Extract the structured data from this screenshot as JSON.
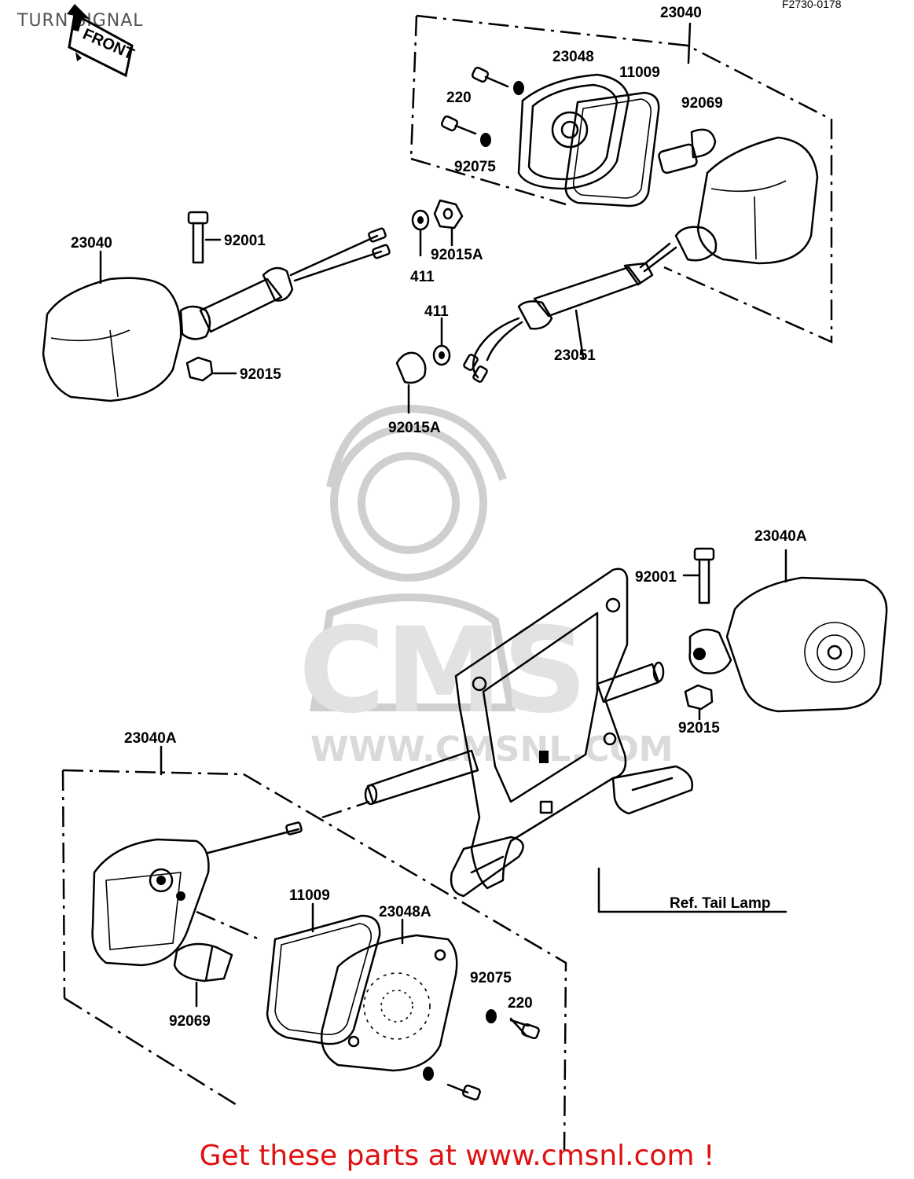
{
  "title": "TURN SIGNAL",
  "doc_code": "F2730-0178",
  "front_marker": "FRONT",
  "watermark_site": "WWW.CMSNL.COM",
  "watermark_brand": "CMS",
  "callouts": {
    "front_assy_top": "23040",
    "lens_top": "23048",
    "gasket_top": "11009",
    "bulb_top": "92069",
    "screw_top": "220",
    "washer_top": "92075",
    "left_assy": "23040",
    "bolt_left": "92001",
    "nut_left": "92015",
    "bush_a_upper": "92015A",
    "washer_411_upper": "411",
    "washer_411_lower": "411",
    "bush_a_lower": "92015A",
    "stalk": "23051",
    "rear_assy_right": "23040A",
    "bolt_right": "92001",
    "nut_right": "92015",
    "rear_assy_left": "23040A",
    "gasket_bottom": "11009",
    "lens_bottom": "23048A",
    "washer_bottom": "92075",
    "screw_bottom": "220",
    "bulb_bottom": "92069",
    "ref_tail": "Ref. Tail Lamp"
  },
  "footer": "Get these parts at www.cmsnl.com !",
  "colors": {
    "footer": "#e01010",
    "title": "#555555",
    "watermark": "#d0d0d0"
  }
}
